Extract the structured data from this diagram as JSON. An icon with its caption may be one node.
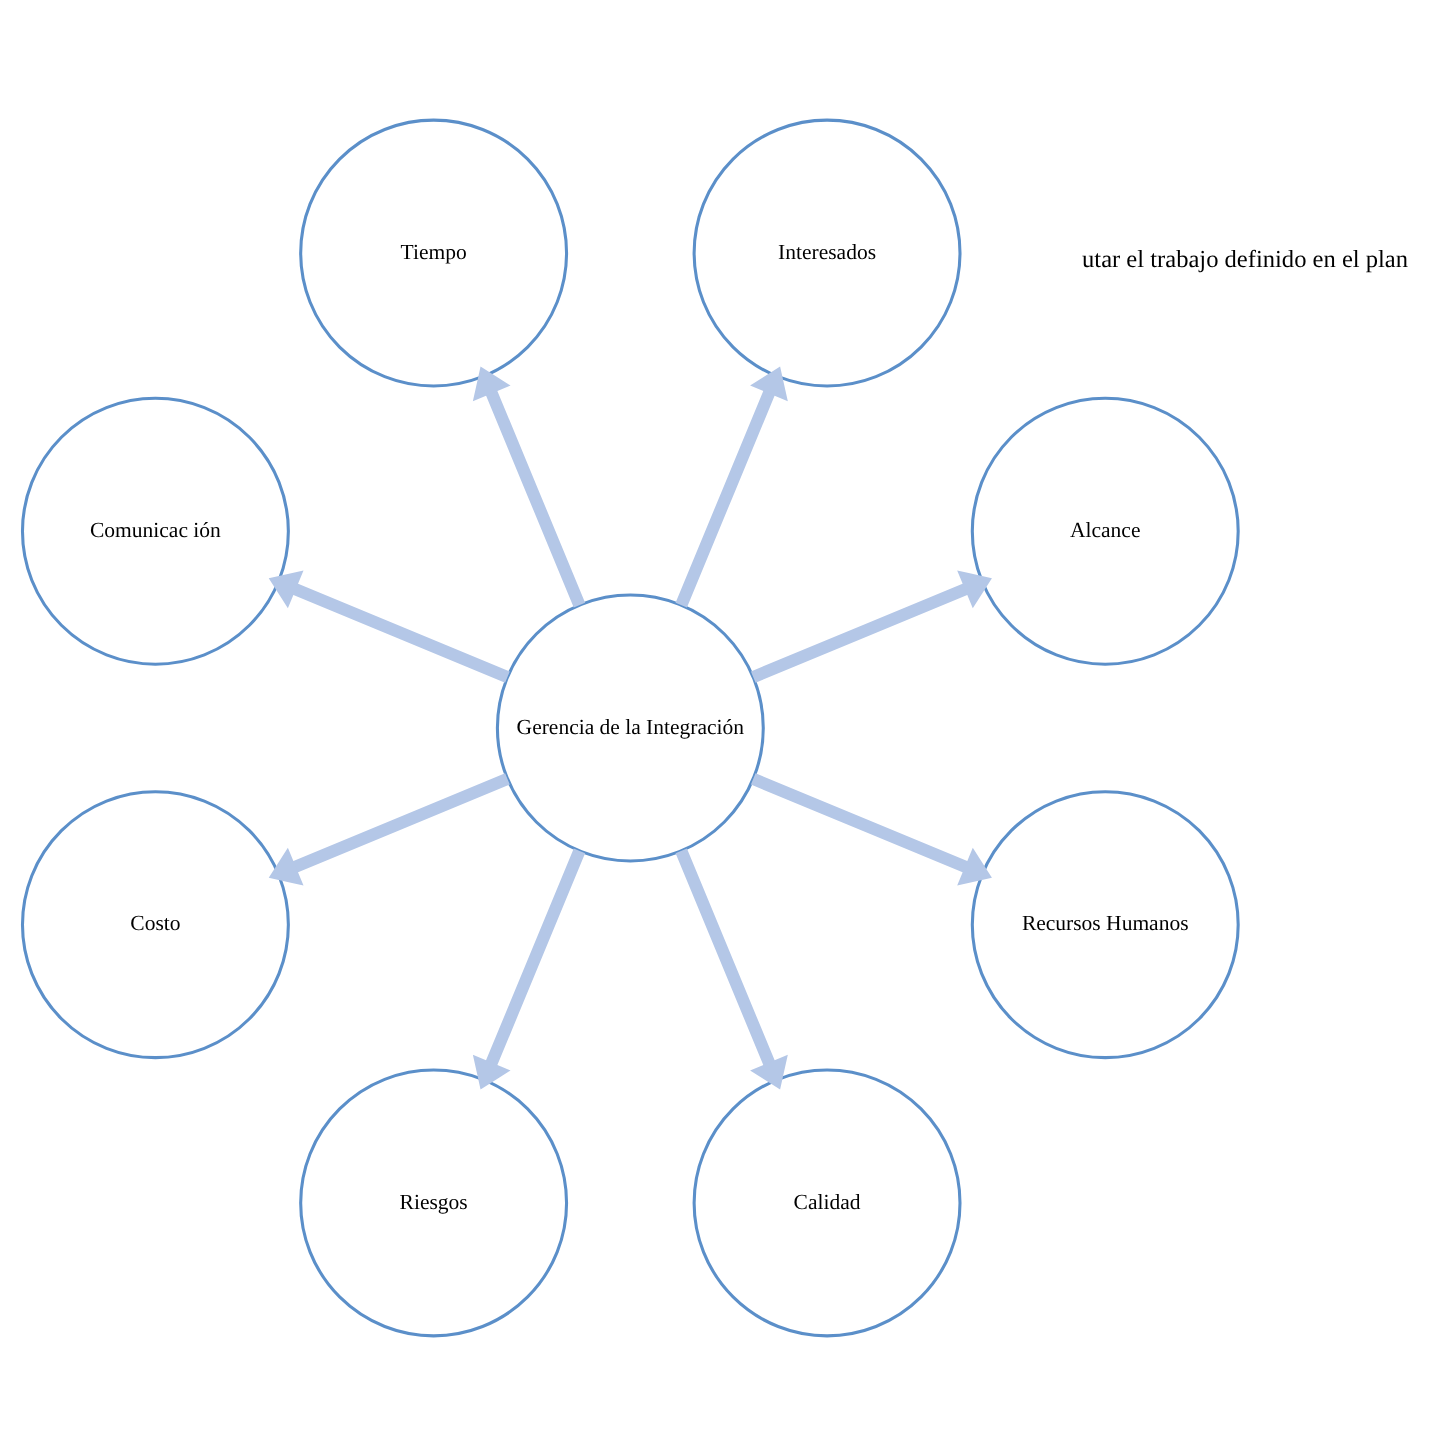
{
  "diagram": {
    "nodes": [
      {
        "text": [
          "Alcance"
        ]
      },
      {
        "text": [
          "Interesados"
        ]
      },
      {
        "text": [
          "Tiempo"
        ]
      },
      {
        "text": [
          "Comunicac ión"
        ]
      },
      {
        "text": [
          "Gerencia de la Integración"
        ]
      },
      {
        "text": [
          "Costo"
        ]
      },
      {
        "text": [
          "Riesgos"
        ]
      },
      {
        "text": [
          "Calidad"
        ]
      },
      {
        "text": [
          "Recursos Humanos"
        ]
      }
    ],
    "edges": [
      {
        "from": 4,
        "to": 0,
        "arrow": "to"
      },
      {
        "from": 4,
        "to": 2,
        "arrow": "to"
      },
      {
        "from": 4,
        "to": 5,
        "arrow": "to"
      },
      {
        "from": 4,
        "to": 7,
        "arrow": "to"
      },
      {
        "from": 4,
        "to": 8,
        "arrow": "to"
      },
      {
        "from": 4,
        "to": 6,
        "arrow": "to"
      },
      {
        "from": 4,
        "to": 3,
        "arrow": "to"
      },
      {
        "from": 4,
        "to": 1,
        "arrow": "to"
      }
    ],
    "labels": [
      "utar el trabajo definido en el plan"
    ]
  }
}
